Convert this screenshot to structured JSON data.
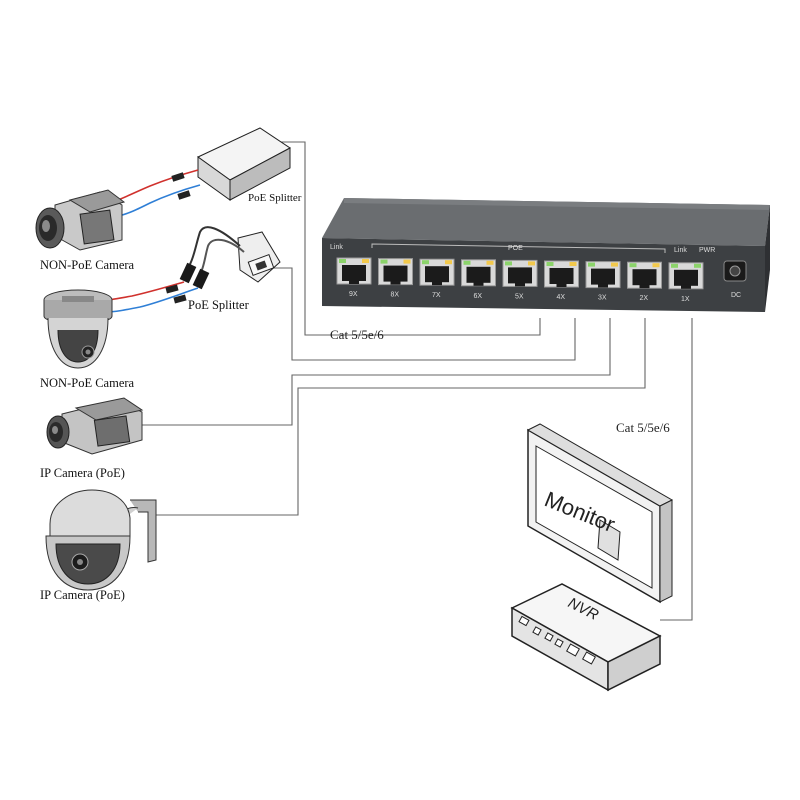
{
  "switch": {
    "link_label": "Link",
    "poe_label": "POE",
    "link2_label": "Link",
    "pwr_label": "PWR",
    "ports": [
      "9X",
      "8X",
      "7X",
      "6X",
      "5X",
      "4X",
      "3X",
      "2X",
      "1X"
    ],
    "dc_label": "DC"
  },
  "labels": {
    "poe_splitter_1": "PoE Splitter",
    "poe_splitter_2": "PoE Splitter",
    "camera_1": "NON-PoE Camera",
    "camera_2": "NON-PoE Camera",
    "camera_3": "IP Camera (PoE)",
    "camera_4": "IP Camera (PoE)",
    "cable_1": "Cat 5/5e/6",
    "cable_2": "Cat 5/5e/6"
  },
  "devices": {
    "monitor_text": "Monitor",
    "nvr_text": "NVR"
  },
  "colors": {
    "switch_body": "#5a5d60",
    "switch_face": "#3a3d40",
    "port_green": "#8bd36a",
    "port_yellow": "#f2c94c",
    "cable_line": "#555555",
    "power_red": "#d0312d",
    "data_blue": "#2f7fd6"
  }
}
